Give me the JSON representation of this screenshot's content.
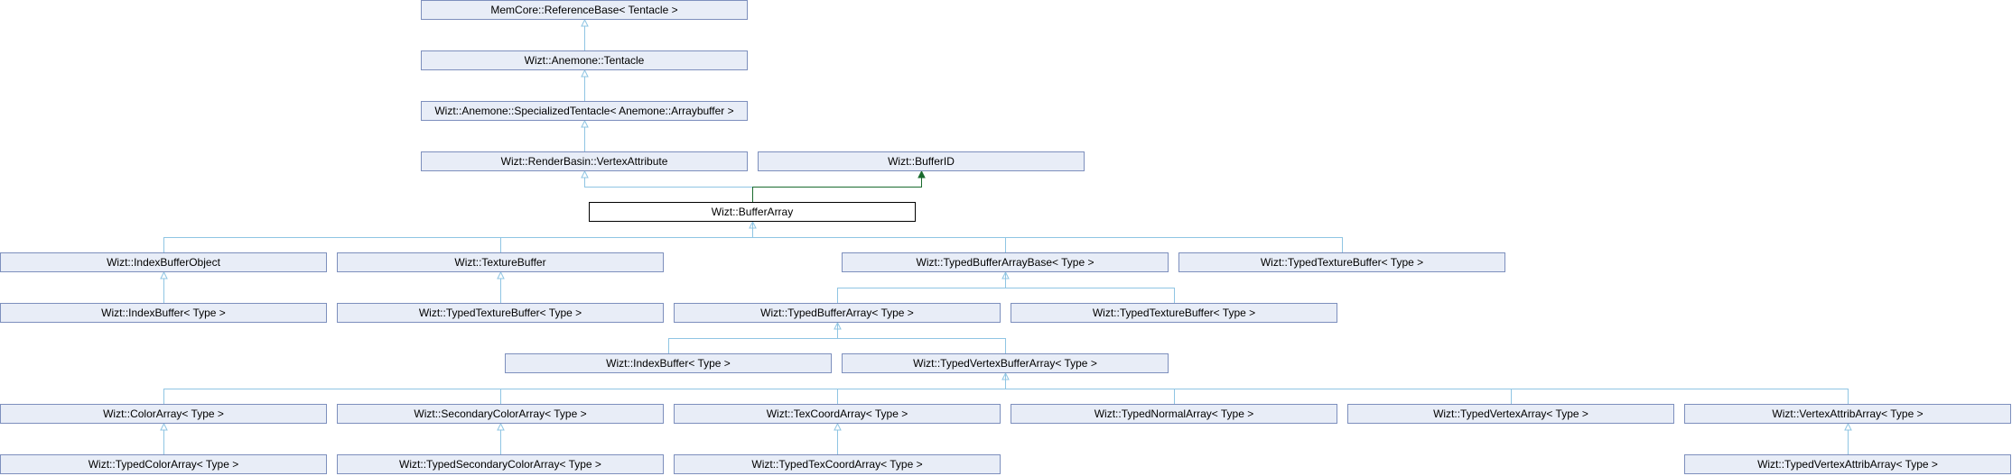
{
  "colors": {
    "node_fill": "#e8edf7",
    "node_border": "#7d8fbd",
    "current_fill": "#ffffff",
    "current_border": "#000000",
    "edge": "#8fc5e3",
    "edge_alt": "#1a6b2e"
  },
  "nodes": [
    {
      "id": "n1",
      "label": "MemCore::ReferenceBase< Tentacle >"
    },
    {
      "id": "n2",
      "label": "Wizt::Anemone::Tentacle"
    },
    {
      "id": "n3",
      "label": "Wizt::Anemone::SpecializedTentacle< Anemone::Arraybuffer >"
    },
    {
      "id": "n4",
      "label": "Wizt::RenderBasin::VertexAttribute"
    },
    {
      "id": "n5",
      "label": "Wizt::BufferID"
    },
    {
      "id": "n6",
      "label": "Wizt::BufferArray",
      "current": true
    },
    {
      "id": "n7",
      "label": "Wizt::IndexBufferObject"
    },
    {
      "id": "n8",
      "label": "Wizt::TextureBuffer"
    },
    {
      "id": "n9",
      "label": "Wizt::TypedBufferArrayBase< Type >"
    },
    {
      "id": "n10",
      "label": "Wizt::TypedTextureBuffer< Type >"
    },
    {
      "id": "n11",
      "label": "Wizt::IndexBuffer< Type >"
    },
    {
      "id": "n12",
      "label": "Wizt::TypedTextureBuffer< Type >"
    },
    {
      "id": "n13",
      "label": "Wizt::TypedBufferArray< Type >"
    },
    {
      "id": "n14",
      "label": "Wizt::TypedTextureBuffer< Type >"
    },
    {
      "id": "n15",
      "label": "Wizt::IndexBuffer< Type >"
    },
    {
      "id": "n16",
      "label": "Wizt::TypedVertexBufferArray< Type >"
    },
    {
      "id": "n17",
      "label": "Wizt::ColorArray< Type >"
    },
    {
      "id": "n18",
      "label": "Wizt::SecondaryColorArray< Type >"
    },
    {
      "id": "n19",
      "label": "Wizt::TexCoordArray< Type >"
    },
    {
      "id": "n20",
      "label": "Wizt::TypedNormalArray< Type >"
    },
    {
      "id": "n21",
      "label": "Wizt::TypedVertexArray< Type >"
    },
    {
      "id": "n22",
      "label": "Wizt::VertexAttribArray< Type >"
    },
    {
      "id": "n23",
      "label": "Wizt::TypedColorArray< Type >"
    },
    {
      "id": "n24",
      "label": "Wizt::TypedSecondaryColorArray< Type >"
    },
    {
      "id": "n25",
      "label": "Wizt::TypedTexCoordArray< Type >"
    },
    {
      "id": "n26",
      "label": "Wizt::TypedVertexAttribArray< Type >"
    }
  ],
  "edges": [
    {
      "from": "n2",
      "to": "n1"
    },
    {
      "from": "n3",
      "to": "n2"
    },
    {
      "from": "n4",
      "to": "n3"
    },
    {
      "from": "n6",
      "to": "n4"
    },
    {
      "from": "n6",
      "to": "n5",
      "style": "alt"
    },
    {
      "from": "n7",
      "to": "n6"
    },
    {
      "from": "n8",
      "to": "n6"
    },
    {
      "from": "n9",
      "to": "n6"
    },
    {
      "from": "n10",
      "to": "n6"
    },
    {
      "from": "n11",
      "to": "n7"
    },
    {
      "from": "n12",
      "to": "n8"
    },
    {
      "from": "n13",
      "to": "n9"
    },
    {
      "from": "n14",
      "to": "n9"
    },
    {
      "from": "n15",
      "to": "n13"
    },
    {
      "from": "n16",
      "to": "n13"
    },
    {
      "from": "n17",
      "to": "n16"
    },
    {
      "from": "n18",
      "to": "n16"
    },
    {
      "from": "n19",
      "to": "n16"
    },
    {
      "from": "n20",
      "to": "n16"
    },
    {
      "from": "n21",
      "to": "n16"
    },
    {
      "from": "n22",
      "to": "n16"
    },
    {
      "from": "n23",
      "to": "n17"
    },
    {
      "from": "n24",
      "to": "n18"
    },
    {
      "from": "n25",
      "to": "n19"
    },
    {
      "from": "n26",
      "to": "n22"
    }
  ]
}
